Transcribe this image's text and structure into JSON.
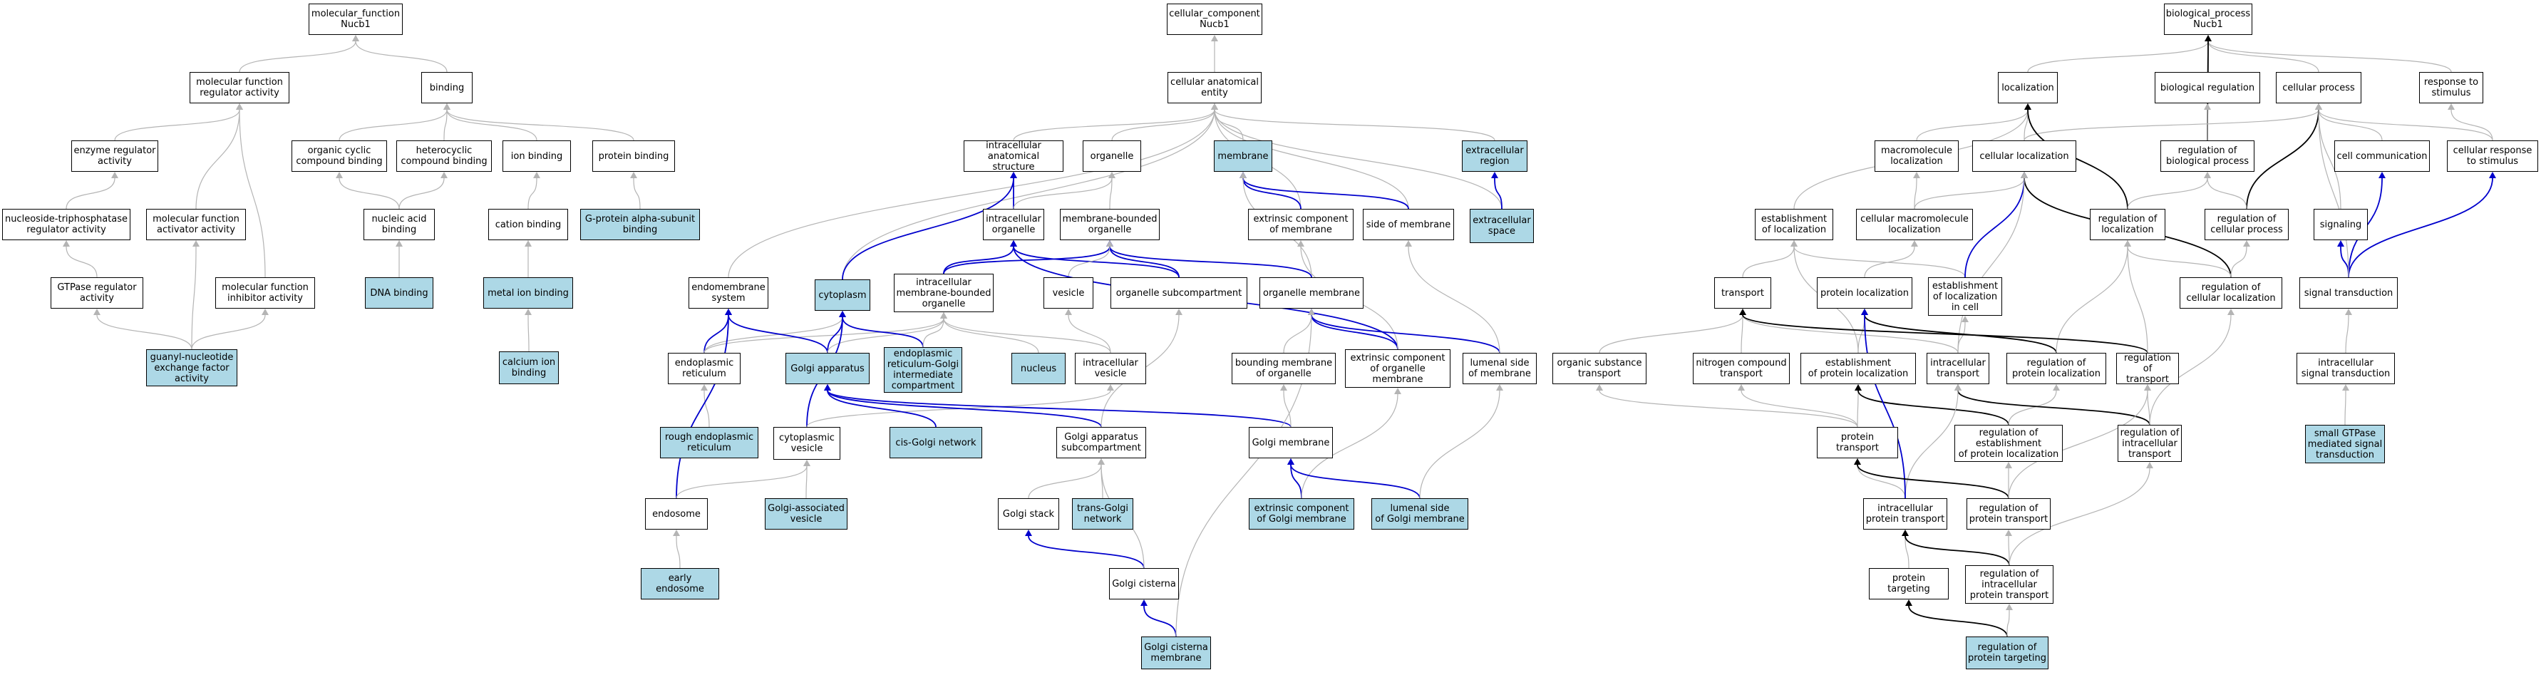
{
  "colors": {
    "highlight_fill": "#add8e6",
    "blue_edge": "#0000cc",
    "gray_edge": "#b4b4b4",
    "black_edge": "#000000"
  },
  "nodes": {
    "mf_root": {
      "label": "molecular_function\nNucb1",
      "hl": false
    },
    "mf_reg": {
      "label": "molecular function\nregulator activity",
      "hl": false
    },
    "binding": {
      "label": "binding",
      "hl": false
    },
    "enz_reg": {
      "label": "enzyme regulator\nactivity",
      "hl": false
    },
    "ntp_reg": {
      "label": "nucleoside-triphosphatase\nregulator activity",
      "hl": false
    },
    "mf_act": {
      "label": "molecular function\nactivator activity",
      "hl": false
    },
    "mf_inh": {
      "label": "molecular function\ninhibitor activity",
      "hl": false
    },
    "gtpase_reg": {
      "label": "GTPase regulator\nactivity",
      "hl": false
    },
    "gef": {
      "label": "guanyl-nucleotide\nexchange factor\nactivity",
      "hl": true
    },
    "org_cyc": {
      "label": "organic cyclic\ncompound binding",
      "hl": false
    },
    "het_cyc": {
      "label": "heterocyclic\ncompound binding",
      "hl": false
    },
    "ion_bind": {
      "label": "ion binding",
      "hl": false
    },
    "prot_bind": {
      "label": "protein binding",
      "hl": false
    },
    "nuc_acid": {
      "label": "nucleic acid\nbinding",
      "hl": false
    },
    "cation": {
      "label": "cation binding",
      "hl": false
    },
    "gprot": {
      "label": "G-protein alpha-subunit\nbinding",
      "hl": true
    },
    "dna": {
      "label": "DNA binding",
      "hl": true
    },
    "metal": {
      "label": "metal ion binding",
      "hl": true
    },
    "calcium": {
      "label": "calcium ion\nbinding",
      "hl": true
    },
    "cc_root": {
      "label": "cellular_component\nNucb1",
      "hl": false
    },
    "cae": {
      "label": "cellular anatomical\nentity",
      "hl": false
    },
    "ias": {
      "label": "intracellular\nanatomical structure",
      "hl": false
    },
    "organelle": {
      "label": "organelle",
      "hl": false
    },
    "membrane": {
      "label": "membrane",
      "hl": true
    },
    "ext_region": {
      "label": "extracellular\nregion",
      "hl": true
    },
    "extr_comp_mem": {
      "label": "extrinsic component\nof membrane",
      "hl": false
    },
    "side_mem": {
      "label": "side of membrane",
      "hl": false
    },
    "ext_space": {
      "label": "extracellular\nspace",
      "hl": true
    },
    "ic_org": {
      "label": "intracellular\norganelle",
      "hl": false
    },
    "mb_org": {
      "label": "membrane-bounded\norganelle",
      "hl": false
    },
    "endomem": {
      "label": "endomembrane\nsystem",
      "hl": false
    },
    "cytoplasm": {
      "label": "cytoplasm",
      "hl": true
    },
    "icmbo": {
      "label": "intracellular\nmembrane-bounded\norganelle",
      "hl": false
    },
    "vesicle": {
      "label": "vesicle",
      "hl": false
    },
    "org_sub": {
      "label": "organelle subcompartment",
      "hl": false
    },
    "org_mem": {
      "label": "organelle membrane",
      "hl": false
    },
    "er": {
      "label": "endoplasmic\nreticulum",
      "hl": false
    },
    "golgi": {
      "label": "Golgi apparatus",
      "hl": true
    },
    "ergic": {
      "label": "endoplasmic\nreticulum-Golgi\nintermediate\ncompartment",
      "hl": true
    },
    "nucleus": {
      "label": "nucleus",
      "hl": true
    },
    "ic_vesicle": {
      "label": "intracellular\nvesicle",
      "hl": false
    },
    "bound_mem": {
      "label": "bounding membrane\nof organelle",
      "hl": false
    },
    "extr_org_mem": {
      "label": "extrinsic component\nof organelle\nmembrane",
      "hl": false
    },
    "lumenal_side": {
      "label": "lumenal side\nof membrane",
      "hl": false
    },
    "rough_er": {
      "label": "rough endoplasmic\nreticulum",
      "hl": true
    },
    "cyt_ves": {
      "label": "cytoplasmic\nvesicle",
      "hl": false
    },
    "cis_golgi": {
      "label": "cis-Golgi network",
      "hl": true
    },
    "golgi_sub": {
      "label": "Golgi apparatus\nsubcompartment",
      "hl": false
    },
    "golgi_mem": {
      "label": "Golgi membrane",
      "hl": false
    },
    "endosome": {
      "label": "endosome",
      "hl": false
    },
    "golgi_assoc": {
      "label": "Golgi-associated\nvesicle",
      "hl": true
    },
    "golgi_stack": {
      "label": "Golgi stack",
      "hl": false
    },
    "trans_golgi": {
      "label": "trans-Golgi\nnetwork",
      "hl": true
    },
    "extr_golgi_mem": {
      "label": "extrinsic component\nof Golgi membrane",
      "hl": true
    },
    "lum_golgi_mem": {
      "label": "lumenal side\nof Golgi membrane",
      "hl": true
    },
    "early_endo": {
      "label": "early endosome",
      "hl": true
    },
    "golgi_cist": {
      "label": "Golgi cisterna",
      "hl": false
    },
    "golgi_cist_mem": {
      "label": "Golgi cisterna\nmembrane",
      "hl": true
    },
    "bp_root": {
      "label": "biological_process\nNucb1",
      "hl": false
    },
    "localization": {
      "label": "localization",
      "hl": false
    },
    "bio_reg": {
      "label": "biological regulation",
      "hl": false
    },
    "cell_proc": {
      "label": "cellular process",
      "hl": false
    },
    "resp_stim": {
      "label": "response to\nstimulus",
      "hl": false
    },
    "macro_loc": {
      "label": "macromolecule\nlocalization",
      "hl": false
    },
    "cell_loc": {
      "label": "cellular localization",
      "hl": false
    },
    "reg_bio": {
      "label": "regulation of\nbiological process",
      "hl": false
    },
    "cell_comm": {
      "label": "cell communication",
      "hl": false
    },
    "cell_resp": {
      "label": "cellular response\nto stimulus",
      "hl": false
    },
    "est_loc": {
      "label": "establishment\nof localization",
      "hl": false
    },
    "cell_macro_loc": {
      "label": "cellular macromolecule\nlocalization",
      "hl": false
    },
    "reg_loc": {
      "label": "regulation of\nlocalization",
      "hl": false
    },
    "reg_cell_proc": {
      "label": "regulation of\ncellular process",
      "hl": false
    },
    "signaling": {
      "label": "signaling",
      "hl": false
    },
    "est_loc_cell": {
      "label": "establishment\nof localization\nin cell",
      "hl": false
    },
    "transport": {
      "label": "transport",
      "hl": false
    },
    "prot_loc": {
      "label": "protein localization",
      "hl": false
    },
    "reg_cell_loc": {
      "label": "regulation of\ncellular localization",
      "hl": false
    },
    "sig_trans": {
      "label": "signal transduction",
      "hl": false
    },
    "org_sub_trans": {
      "label": "organic substance\ntransport",
      "hl": false
    },
    "nitro_trans": {
      "label": "nitrogen compound\ntransport",
      "hl": false
    },
    "est_prot_loc": {
      "label": "establishment\nof protein localization",
      "hl": false
    },
    "ic_transport": {
      "label": "intracellular\ntransport",
      "hl": false
    },
    "reg_prot_loc": {
      "label": "regulation of\nprotein localization",
      "hl": false
    },
    "reg_transport": {
      "label": "regulation of\ntransport",
      "hl": false
    },
    "ic_sig": {
      "label": "intracellular\nsignal transduction",
      "hl": false
    },
    "prot_trans": {
      "label": "protein transport",
      "hl": false
    },
    "reg_est_prot": {
      "label": "regulation of\nestablishment\nof protein localization",
      "hl": false
    },
    "reg_ic_trans": {
      "label": "regulation of\nintracellular\ntransport",
      "hl": false
    },
    "small_gtpase": {
      "label": "small GTPase\nmediated signal\ntransduction",
      "hl": true
    },
    "ic_prot_trans": {
      "label": "intracellular\nprotein transport",
      "hl": false
    },
    "reg_prot_trans": {
      "label": "regulation of\nprotein transport",
      "hl": false
    },
    "prot_target": {
      "label": "protein targeting",
      "hl": false
    },
    "reg_ic_prot_trans": {
      "label": "regulation of\nintracellular\nprotein transport",
      "hl": false
    },
    "reg_prot_target": {
      "label": "regulation of\nprotein targeting",
      "hl": true
    }
  },
  "edges": [
    [
      "mf_reg",
      "mf_root",
      "g"
    ],
    [
      "binding",
      "mf_root",
      "g"
    ],
    [
      "enz_reg",
      "mf_reg",
      "g"
    ],
    [
      "mf_act",
      "mf_reg",
      "g"
    ],
    [
      "mf_inh",
      "mf_reg",
      "g"
    ],
    [
      "ntp_reg",
      "enz_reg",
      "g"
    ],
    [
      "gtpase_reg",
      "ntp_reg",
      "g"
    ],
    [
      "gef",
      "gtpase_reg",
      "g"
    ],
    [
      "gef",
      "mf_act",
      "g"
    ],
    [
      "gef",
      "mf_inh",
      "g"
    ],
    [
      "org_cyc",
      "binding",
      "g"
    ],
    [
      "het_cyc",
      "binding",
      "g"
    ],
    [
      "ion_bind",
      "binding",
      "g"
    ],
    [
      "prot_bind",
      "binding",
      "g"
    ],
    [
      "nuc_acid",
      "org_cyc",
      "g"
    ],
    [
      "nuc_acid",
      "het_cyc",
      "g"
    ],
    [
      "dna",
      "nuc_acid",
      "g"
    ],
    [
      "cation",
      "ion_bind",
      "g"
    ],
    [
      "metal",
      "cation",
      "g"
    ],
    [
      "calcium",
      "metal",
      "g"
    ],
    [
      "gprot",
      "prot_bind",
      "g"
    ],
    [
      "cae",
      "cc_root",
      "g"
    ],
    [
      "ias",
      "cae",
      "g"
    ],
    [
      "organelle",
      "cae",
      "g"
    ],
    [
      "membrane",
      "cae",
      "g"
    ],
    [
      "ext_region",
      "cae",
      "g"
    ],
    [
      "extr_comp_mem",
      "cae",
      "g"
    ],
    [
      "side_mem",
      "cae",
      "g"
    ],
    [
      "ext_space",
      "cae",
      "g"
    ],
    [
      "endomem",
      "cae",
      "g"
    ],
    [
      "cytoplasm",
      "cae",
      "g"
    ],
    [
      "ext_space",
      "ext_region",
      "b"
    ],
    [
      "extr_comp_mem",
      "membrane",
      "b"
    ],
    [
      "side_mem",
      "membrane",
      "b"
    ],
    [
      "ic_org",
      "ias",
      "b"
    ],
    [
      "ic_org",
      "organelle",
      "g"
    ],
    [
      "mb_org",
      "organelle",
      "g"
    ],
    [
      "cytoplasm",
      "ias",
      "b"
    ],
    [
      "icmbo",
      "ic_org",
      "b"
    ],
    [
      "icmbo",
      "mb_org",
      "b"
    ],
    [
      "org_sub",
      "ic_org",
      "b"
    ],
    [
      "org_sub",
      "mb_org",
      "b"
    ],
    [
      "org_mem",
      "membrane",
      "g"
    ],
    [
      "org_mem",
      "mb_org",
      "b"
    ],
    [
      "vesicle",
      "mb_org",
      "g"
    ],
    [
      "er",
      "endomem",
      "b"
    ],
    [
      "er",
      "icmbo",
      "g"
    ],
    [
      "er",
      "cytoplasm",
      "g"
    ],
    [
      "golgi",
      "endomem",
      "b"
    ],
    [
      "golgi",
      "cytoplasm",
      "b"
    ],
    [
      "golgi",
      "icmbo",
      "g"
    ],
    [
      "ergic",
      "cytoplasm",
      "b"
    ],
    [
      "ergic",
      "icmbo",
      "g"
    ],
    [
      "nucleus",
      "icmbo",
      "g"
    ],
    [
      "ic_vesicle",
      "vesicle",
      "g"
    ],
    [
      "ic_vesicle",
      "icmbo",
      "g"
    ],
    [
      "bound_mem",
      "org_mem",
      "g"
    ],
    [
      "extr_org_mem",
      "org_mem",
      "b"
    ],
    [
      "extr_org_mem",
      "ic_org",
      "b"
    ],
    [
      "extr_org_mem",
      "extr_comp_mem",
      "g"
    ],
    [
      "lumenal_side",
      "org_mem",
      "b"
    ],
    [
      "lumenal_side",
      "side_mem",
      "g"
    ],
    [
      "rough_er",
      "er",
      "g"
    ],
    [
      "cyt_ves",
      "cytoplasm",
      "b"
    ],
    [
      "cyt_ves",
      "ic_vesicle",
      "g"
    ],
    [
      "cis_golgi",
      "golgi",
      "b"
    ],
    [
      "golgi_sub",
      "golgi",
      "b"
    ],
    [
      "golgi_sub",
      "org_sub",
      "g"
    ],
    [
      "golgi_mem",
      "golgi",
      "b"
    ],
    [
      "golgi_mem",
      "bound_mem",
      "g"
    ],
    [
      "endosome",
      "endomem",
      "b"
    ],
    [
      "endosome",
      "cyt_ves",
      "g"
    ],
    [
      "golgi_assoc",
      "cyt_ves",
      "g"
    ],
    [
      "golgi_stack",
      "golgi_sub",
      "g"
    ],
    [
      "trans_golgi",
      "golgi_sub",
      "g"
    ],
    [
      "extr_golgi_mem",
      "golgi_mem",
      "b"
    ],
    [
      "extr_golgi_mem",
      "extr_org_mem",
      "g"
    ],
    [
      "lum_golgi_mem",
      "golgi_mem",
      "b"
    ],
    [
      "lum_golgi_mem",
      "lumenal_side",
      "g"
    ],
    [
      "early_endo",
      "endosome",
      "g"
    ],
    [
      "golgi_cist",
      "golgi_stack",
      "b"
    ],
    [
      "golgi_cist",
      "golgi_sub",
      "g"
    ],
    [
      "golgi_cist_mem",
      "golgi_cist",
      "b"
    ],
    [
      "golgi_cist_mem",
      "org_mem",
      "g"
    ],
    [
      "localization",
      "bp_root",
      "g"
    ],
    [
      "bio_reg",
      "bp_root",
      "g"
    ],
    [
      "cell_proc",
      "bp_root",
      "g"
    ],
    [
      "resp_stim",
      "bp_root",
      "g"
    ],
    [
      "reg_bio",
      "bp_root",
      "k"
    ],
    [
      "macro_loc",
      "localization",
      "g"
    ],
    [
      "cell_loc",
      "localization",
      "g"
    ],
    [
      "cell_loc",
      "cell_proc",
      "g"
    ],
    [
      "reg_bio",
      "bio_reg",
      "g"
    ],
    [
      "cell_comm",
      "cell_proc",
      "g"
    ],
    [
      "cell_resp",
      "cell_proc",
      "g"
    ],
    [
      "cell_resp",
      "resp_stim",
      "g"
    ],
    [
      "est_loc",
      "localization",
      "g"
    ],
    [
      "cell_macro_loc",
      "macro_loc",
      "g"
    ],
    [
      "cell_macro_loc",
      "cell_loc",
      "g"
    ],
    [
      "reg_loc",
      "localization",
      "k"
    ],
    [
      "reg_loc",
      "reg_bio",
      "g"
    ],
    [
      "reg_cell_proc",
      "cell_proc",
      "k"
    ],
    [
      "reg_cell_proc",
      "reg_bio",
      "g"
    ],
    [
      "signaling",
      "cell_proc",
      "g"
    ],
    [
      "est_loc_cell",
      "est_loc",
      "g"
    ],
    [
      "est_loc_cell",
      "cell_loc",
      "b"
    ],
    [
      "transport",
      "est_loc",
      "g"
    ],
    [
      "prot_loc",
      "cell_macro_loc",
      "g"
    ],
    [
      "reg_cell_loc",
      "cell_loc",
      "k"
    ],
    [
      "reg_cell_loc",
      "reg_loc",
      "g"
    ],
    [
      "reg_cell_loc",
      "reg_cell_proc",
      "g"
    ],
    [
      "sig_trans",
      "signaling",
      "b"
    ],
    [
      "sig_trans",
      "cell_comm",
      "b"
    ],
    [
      "sig_trans",
      "cell_resp",
      "b"
    ],
    [
      "sig_trans",
      "cell_proc",
      "g"
    ],
    [
      "org_sub_trans",
      "transport",
      "g"
    ],
    [
      "nitro_trans",
      "transport",
      "g"
    ],
    [
      "est_prot_loc",
      "prot_loc",
      "g"
    ],
    [
      "est_prot_loc",
      "est_loc",
      "g"
    ],
    [
      "ic_transport",
      "transport",
      "g"
    ],
    [
      "ic_transport",
      "est_loc_cell",
      "g"
    ],
    [
      "ic_transport",
      "cell_loc",
      "g"
    ],
    [
      "reg_prot_loc",
      "prot_loc",
      "k"
    ],
    [
      "reg_prot_loc",
      "reg_loc",
      "g"
    ],
    [
      "reg_transport",
      "transport",
      "k"
    ],
    [
      "reg_transport",
      "reg_loc",
      "g"
    ],
    [
      "ic_sig",
      "sig_trans",
      "g"
    ],
    [
      "small_gtpase",
      "ic_sig",
      "g"
    ],
    [
      "prot_trans",
      "org_sub_trans",
      "g"
    ],
    [
      "prot_trans",
      "nitro_trans",
      "g"
    ],
    [
      "prot_trans",
      "est_prot_loc",
      "g"
    ],
    [
      "reg_est_prot",
      "est_prot_loc",
      "k"
    ],
    [
      "reg_est_prot",
      "reg_prot_loc",
      "g"
    ],
    [
      "reg_ic_trans",
      "ic_transport",
      "k"
    ],
    [
      "reg_ic_trans",
      "reg_transport",
      "g"
    ],
    [
      "reg_ic_trans",
      "reg_cell_loc",
      "g"
    ],
    [
      "ic_prot_trans",
      "prot_trans",
      "g"
    ],
    [
      "ic_prot_trans",
      "ic_transport",
      "g"
    ],
    [
      "ic_prot_trans",
      "prot_loc",
      "b"
    ],
    [
      "reg_prot_trans",
      "prot_trans",
      "k"
    ],
    [
      "reg_prot_trans",
      "reg_est_prot",
      "g"
    ],
    [
      "reg_prot_trans",
      "reg_transport",
      "g"
    ],
    [
      "prot_target",
      "ic_prot_trans",
      "g"
    ],
    [
      "reg_ic_prot_trans",
      "ic_prot_trans",
      "k"
    ],
    [
      "reg_ic_prot_trans",
      "reg_prot_trans",
      "g"
    ],
    [
      "reg_ic_prot_trans",
      "reg_ic_trans",
      "g"
    ],
    [
      "reg_prot_target",
      "prot_target",
      "k"
    ],
    [
      "reg_prot_target",
      "reg_ic_prot_trans",
      "g"
    ]
  ]
}
